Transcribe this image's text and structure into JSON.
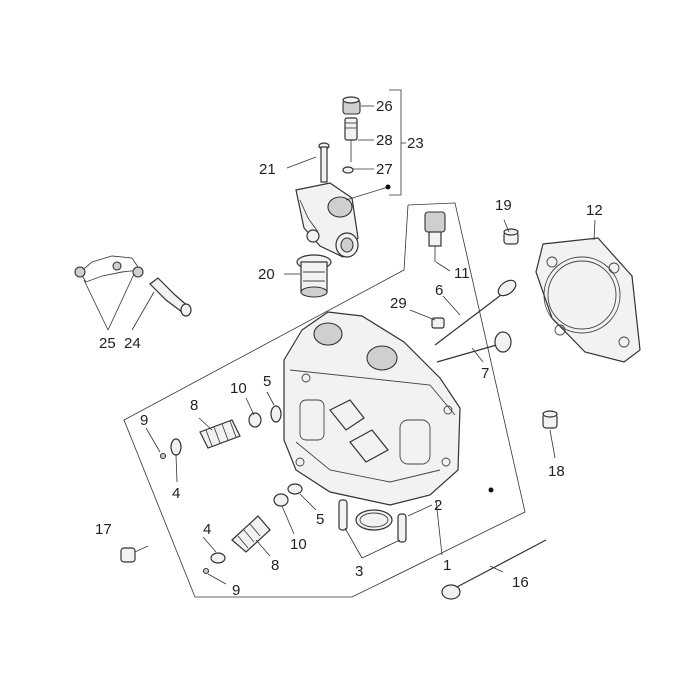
{
  "callouts": [
    {
      "id": "c26",
      "label": "26"
    },
    {
      "id": "c28",
      "label": "28"
    },
    {
      "id": "c23",
      "label": "23"
    },
    {
      "id": "c21",
      "label": "21"
    },
    {
      "id": "c27",
      "label": "27"
    },
    {
      "id": "c19",
      "label": "19"
    },
    {
      "id": "c12",
      "label": "12"
    },
    {
      "id": "c20",
      "label": "20"
    },
    {
      "id": "c11",
      "label": "11"
    },
    {
      "id": "c6",
      "label": "6"
    },
    {
      "id": "c29",
      "label": "29"
    },
    {
      "id": "c25",
      "label": "25"
    },
    {
      "id": "c24",
      "label": "24"
    },
    {
      "id": "c7",
      "label": "7"
    },
    {
      "id": "c10a",
      "label": "10"
    },
    {
      "id": "c5a",
      "label": "5"
    },
    {
      "id": "c8a",
      "label": "8"
    },
    {
      "id": "c9a",
      "label": "9"
    },
    {
      "id": "c18",
      "label": "18"
    },
    {
      "id": "c4a",
      "label": "4"
    },
    {
      "id": "c2",
      "label": "2"
    },
    {
      "id": "c5b",
      "label": "5"
    },
    {
      "id": "c17",
      "label": "17"
    },
    {
      "id": "c4b",
      "label": "4"
    },
    {
      "id": "c10b",
      "label": "10"
    },
    {
      "id": "c3",
      "label": "3"
    },
    {
      "id": "c8b",
      "label": "8"
    },
    {
      "id": "c1",
      "label": "1"
    },
    {
      "id": "c16",
      "label": "16"
    },
    {
      "id": "c9b",
      "label": "9"
    }
  ]
}
